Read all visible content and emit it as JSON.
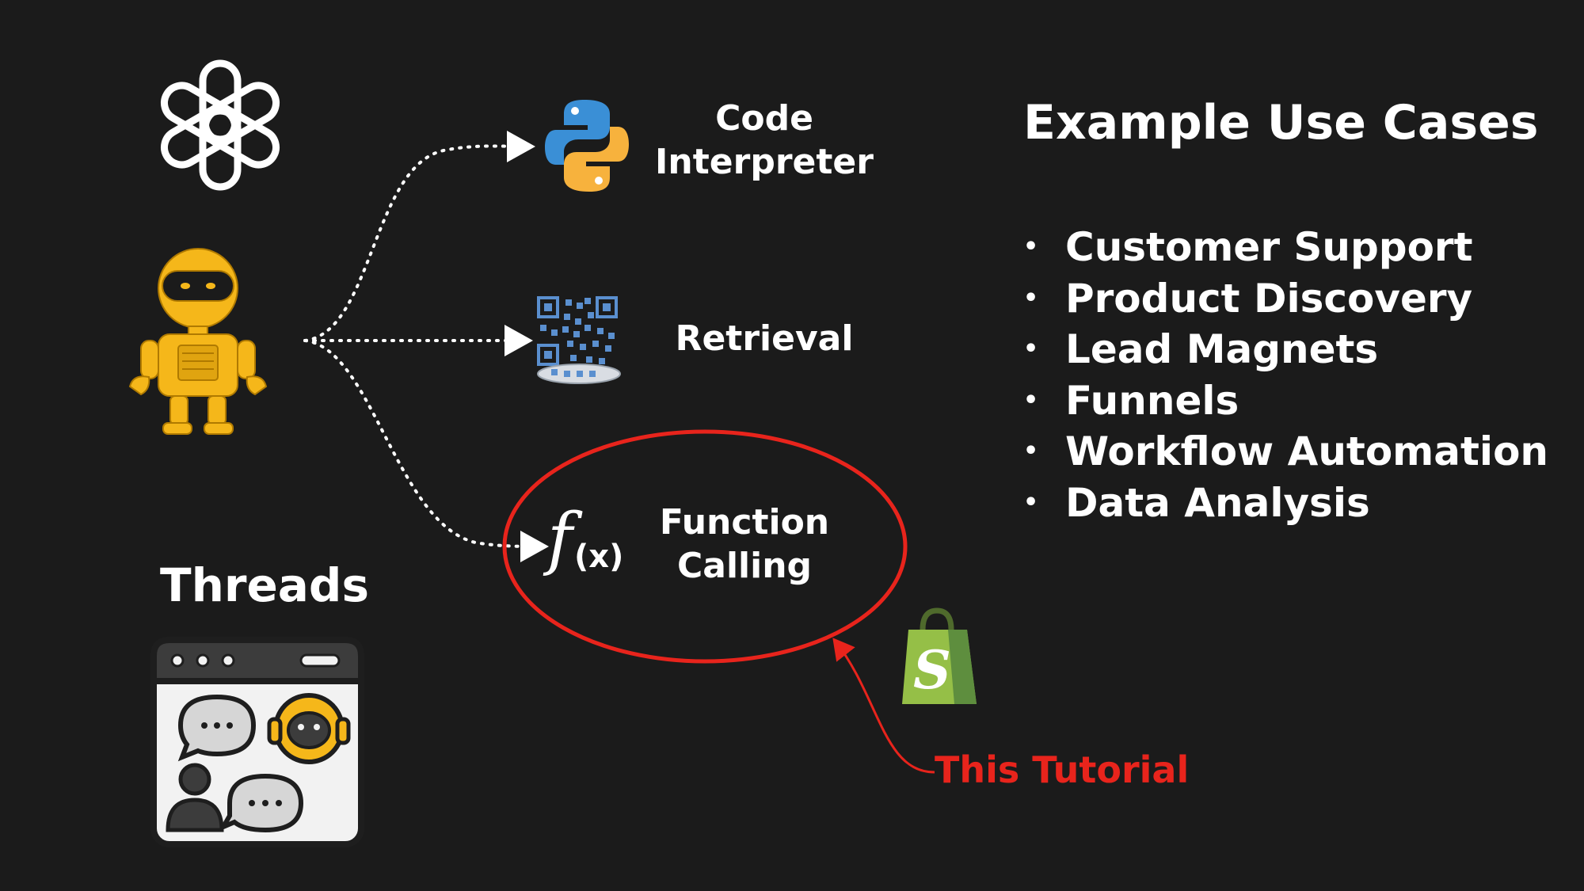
{
  "tools": {
    "code_interpreter": {
      "line1": "Code",
      "line2": "Interpreter",
      "icon": "python-icon"
    },
    "retrieval": {
      "label": "Retrieval",
      "icon": "qr-database-icon"
    },
    "function_calling": {
      "line1": "Function",
      "line2": "Calling",
      "icon": "function-fx-icon"
    }
  },
  "threads": {
    "label": "Threads",
    "icon": "chat-window-icon"
  },
  "use_cases": {
    "heading": "Example Use Cases",
    "items": [
      "Customer Support",
      "Product Discovery",
      "Lead Magnets",
      "Funnels",
      "Workflow Automation",
      "Data Analysis"
    ]
  },
  "annotation": {
    "label": "This Tutorial",
    "icon": "shopify-bag-icon"
  },
  "colors": {
    "background": "#1b1b1b",
    "highlight": "#e8241c",
    "robot": "#f5b71a",
    "shopify": "#95bf47"
  }
}
